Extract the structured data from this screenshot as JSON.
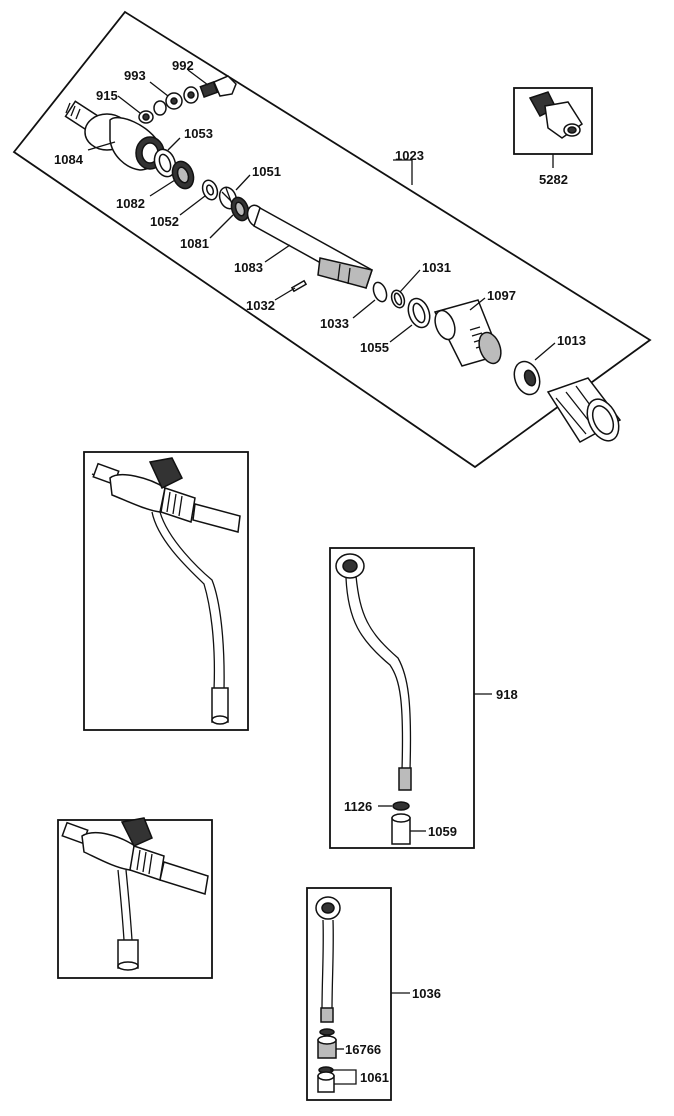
{
  "labels": {
    "p992": "992",
    "p993": "993",
    "p915": "915",
    "p1053": "1053",
    "p1084": "1084",
    "p1023": "1023",
    "p1051": "1051",
    "p1082": "1082",
    "p1052": "1052",
    "p1081": "1081",
    "p1083": "1083",
    "p1032": "1032",
    "p1031": "1031",
    "p1097": "1097",
    "p1033": "1033",
    "p1055": "1055",
    "p1013": "1013",
    "p5282": "5282",
    "p918": "918",
    "p1126": "1126",
    "p1059": "1059",
    "p1036": "1036",
    "p16766": "16766",
    "p1061": "1061"
  }
}
